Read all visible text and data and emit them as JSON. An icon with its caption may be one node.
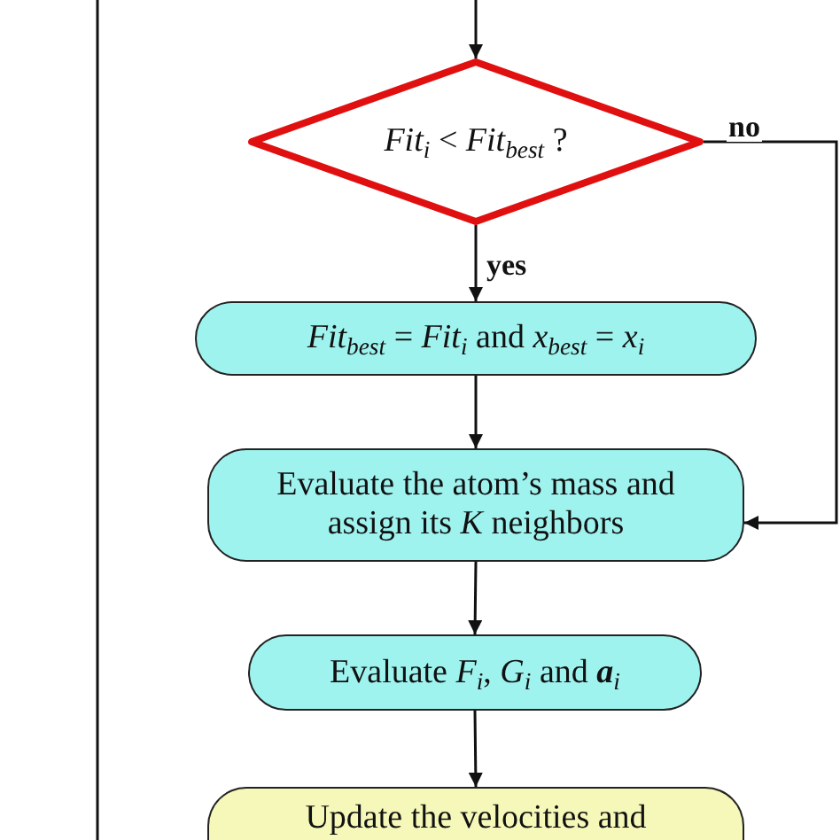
{
  "diagram": {
    "nodes": [
      {
        "text": [
          "*Fit*$_{i}$ < *Fit*$_{best}$ ?"
        ]
      },
      {
        "text": [
          "*Fit*$_{best}$ = *Fit*$_{i}$ and *x*$_{best}$ = *x*$_{i}$"
        ]
      },
      {
        "text": [
          "Evaluate the atom’s mass and assign its *K* neighbors"
        ]
      },
      {
        "text": [
          "Evaluate *F*$_{i}$, *G*$_{i}$ and **a**$_{i}$"
        ]
      },
      {
        "text": [
          "Update the velocities and"
        ]
      }
    ],
    "edges": [
      {
        "from": null,
        "to": 0,
        "arrow": "to"
      },
      {
        "from": 0,
        "to": 1,
        "arrow": "to",
        "label": "yes"
      },
      {
        "from": 0,
        "to": 2,
        "arrow": "to",
        "label": "no"
      },
      {
        "from": 1,
        "to": 2,
        "arrow": "to"
      },
      {
        "from": 2,
        "to": 3,
        "arrow": "to"
      },
      {
        "from": 3,
        "to": 4,
        "arrow": "to"
      }
    ]
  }
}
